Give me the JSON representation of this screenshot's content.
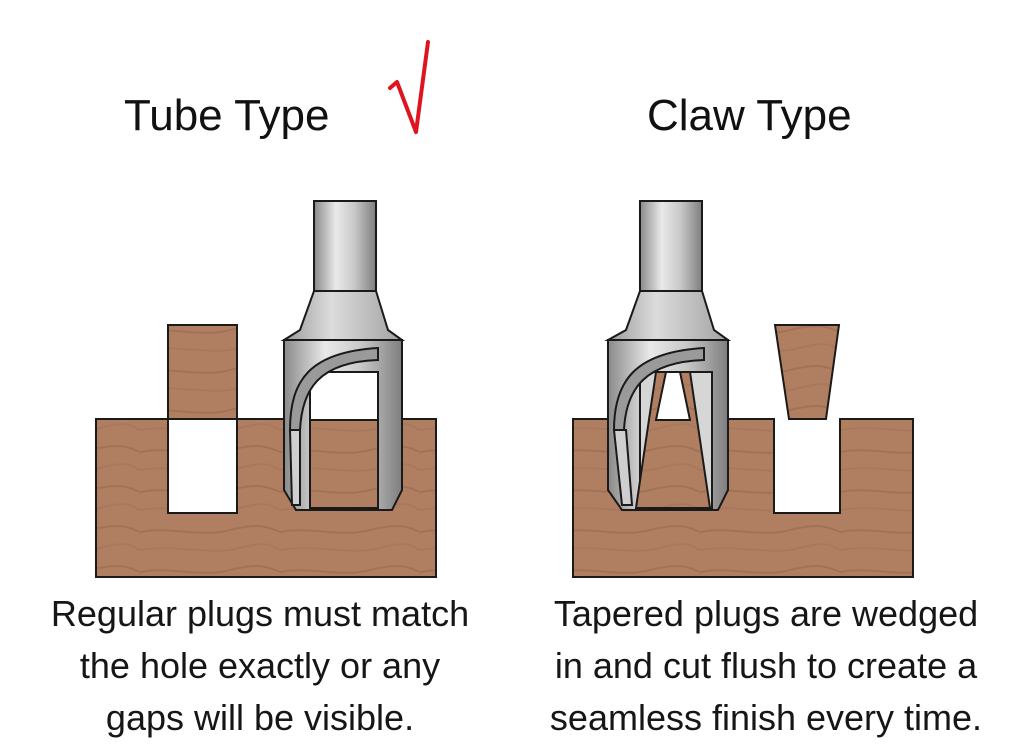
{
  "panels": [
    {
      "title": "Tube Type",
      "caption": "Regular plugs must match\nthe hole exactly or any\ngaps will be visible."
    },
    {
      "title": "Claw Type",
      "caption": "Tapered plugs are wedged\nin and cut flush to create a\nseamless finish every time."
    }
  ],
  "colors": {
    "wood": "#b07f62",
    "wood_grain": "#9c6c50",
    "steel_light": "#e4e4e4",
    "steel_mid": "#b9b9b9",
    "steel_dark": "#8a8a8a",
    "outline": "#1a1a1a",
    "check": "#e0141e"
  },
  "icons": {
    "selected_marker": "checkmark-icon"
  }
}
